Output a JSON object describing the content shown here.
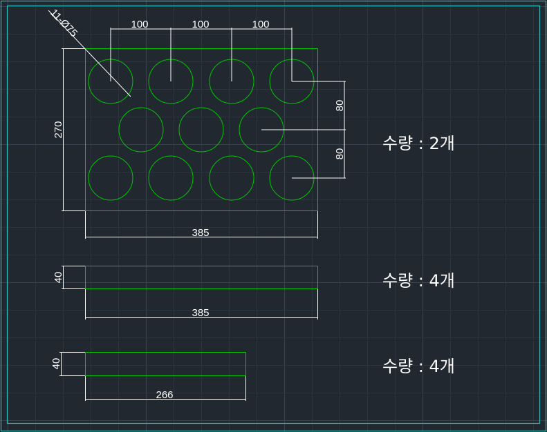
{
  "drawing": {
    "colors": {
      "background": "#212830",
      "part_outline": "#00c800",
      "dimension": "#ffffff",
      "viewport_frame": "#2fb9b9",
      "grid": "#2c343e"
    },
    "part1": {
      "hole_callout": "11-Ø75",
      "pitch_labels": [
        "100",
        "100",
        "100"
      ],
      "row_pitch_labels": [
        "80",
        "80"
      ],
      "height_label": "270",
      "width_label": "385",
      "quantity_note": "수량 : 2개"
    },
    "part2": {
      "height_label": "40",
      "width_label": "385",
      "quantity_note": "수량 : 4개"
    },
    "part3": {
      "height_label": "40",
      "width_label": "266",
      "quantity_note": "수량 : 4개"
    }
  }
}
